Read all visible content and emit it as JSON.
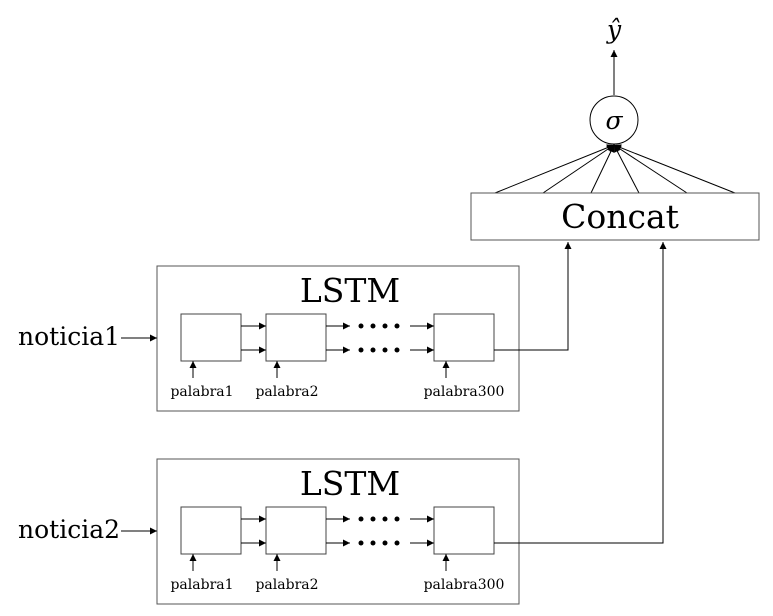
{
  "output": {
    "y_hat": "ŷ",
    "sigma": "σ"
  },
  "concat": {
    "label": "Concat"
  },
  "lstm_blocks": [
    {
      "title": "LSTM",
      "input": "noticia1",
      "words": [
        "palabra1",
        "palabra2",
        "palabra300"
      ]
    },
    {
      "title": "LSTM",
      "input": "noticia2",
      "words": [
        "palabra1",
        "palabra2",
        "palabra300"
      ]
    }
  ],
  "colors": {
    "stroke": "#000000",
    "box_border": "#555555",
    "background": "#ffffff"
  }
}
